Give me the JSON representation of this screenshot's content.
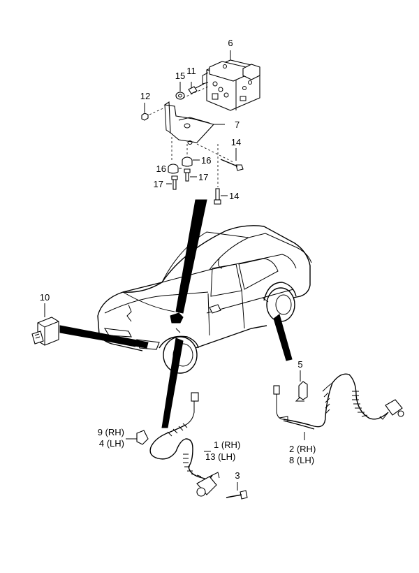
{
  "callouts": {
    "c6": "6",
    "c15": "15",
    "c11": "11",
    "c12": "12",
    "c7": "7",
    "c14a": "14",
    "c16a": "16",
    "c16b": "16",
    "c17a": "17",
    "c17b": "17",
    "c14b": "14",
    "c10": "10",
    "c5": "5",
    "c9": "9 (RH)",
    "c4": "4 (LH)",
    "c1": "1 (RH)",
    "c13": "13 (LH)",
    "c3": "3",
    "c2": "2 (RH)",
    "c8": "8 (LH)"
  }
}
